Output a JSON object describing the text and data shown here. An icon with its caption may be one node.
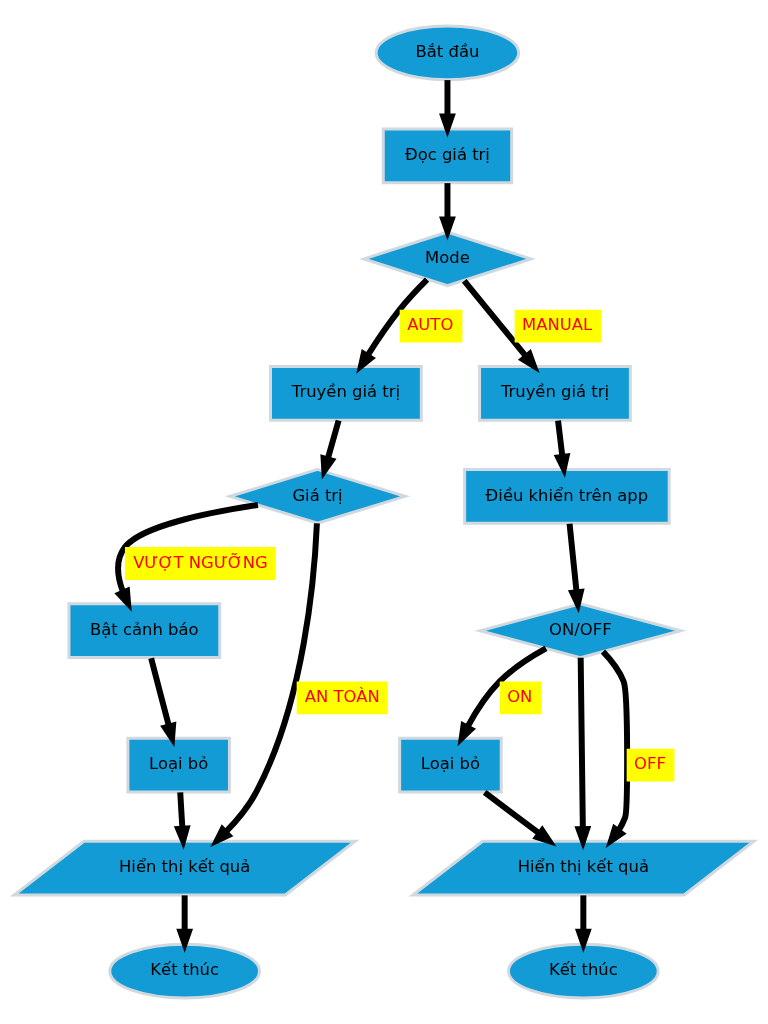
{
  "diagram": {
    "nodes": [
      {
        "text": [
          "Bắt đầu"
        ]
      },
      {
        "text": [
          "Đọc giá trị"
        ]
      },
      {
        "text": [
          "Mode"
        ]
      },
      {
        "text": [
          "Truyền giá trị"
        ]
      },
      {
        "text": [
          "Truyền giá trị"
        ]
      },
      {
        "text": [
          "Giá trị"
        ]
      },
      {
        "text": [
          "Điều khiển trên app"
        ]
      },
      {
        "text": [
          "Bật cảnh báo"
        ]
      },
      {
        "text": [
          "Loại bỏ"
        ]
      },
      {
        "text": [
          "ON/OFF"
        ]
      },
      {
        "text": [
          "Hiển thị kết quả"
        ]
      },
      {
        "text": [
          "Loại bỏ"
        ]
      },
      {
        "text": [
          "Kết thúc"
        ]
      },
      {
        "text": [
          "Hiển thị kết quả"
        ]
      },
      {
        "text": [
          "Kết thúc"
        ]
      }
    ],
    "edges": [
      {
        "from": 0,
        "to": 1,
        "arrow": "to"
      },
      {
        "from": 1,
        "to": 2,
        "arrow": "to"
      },
      {
        "from": 2,
        "to": 3,
        "arrow": "to",
        "label": "AUTO"
      },
      {
        "from": 2,
        "to": 4,
        "arrow": "to",
        "label": "MANUAL"
      },
      {
        "from": 3,
        "to": 5,
        "arrow": "to"
      },
      {
        "from": 4,
        "to": 6,
        "arrow": "to"
      },
      {
        "from": 5,
        "to": 10,
        "arrow": "to",
        "label": "AN TOÀN"
      },
      {
        "from": 5,
        "to": 7,
        "arrow": "to",
        "label": "VƯỢT NGƯỠNG"
      },
      {
        "from": 7,
        "to": 8,
        "arrow": "to"
      },
      {
        "from": 8,
        "to": 10,
        "arrow": "to"
      },
      {
        "from": 6,
        "to": 9,
        "arrow": "to"
      },
      {
        "from": 9,
        "to": 11,
        "arrow": "to",
        "label": "ON"
      },
      {
        "from": 9,
        "to": 13,
        "arrow": "to"
      },
      {
        "from": 9,
        "to": 13,
        "arrow": "to",
        "label": "OFF"
      },
      {
        "from": 11,
        "to": 13,
        "arrow": "to"
      },
      {
        "from": 10,
        "to": 12,
        "arrow": "to"
      },
      {
        "from": 13,
        "to": 14,
        "arrow": "to"
      }
    ]
  }
}
